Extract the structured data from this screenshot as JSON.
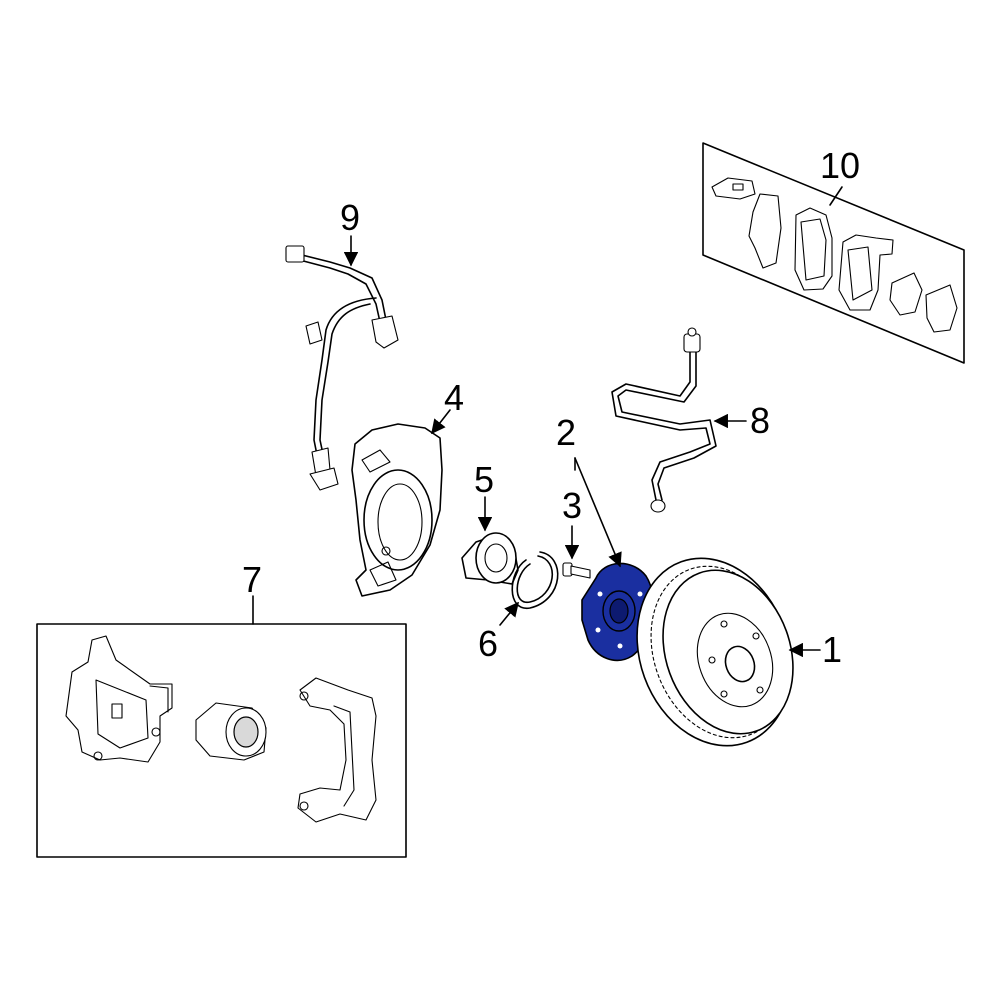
{
  "callouts": {
    "c1": "1",
    "c2": "2",
    "c3": "3",
    "c4": "4",
    "c5": "5",
    "c6": "6",
    "c7": "7",
    "c8": "8",
    "c9": "9",
    "c10": "10"
  },
  "colors": {
    "highlight": "#1a2fa0",
    "line": "#000000",
    "background": "#ffffff"
  }
}
